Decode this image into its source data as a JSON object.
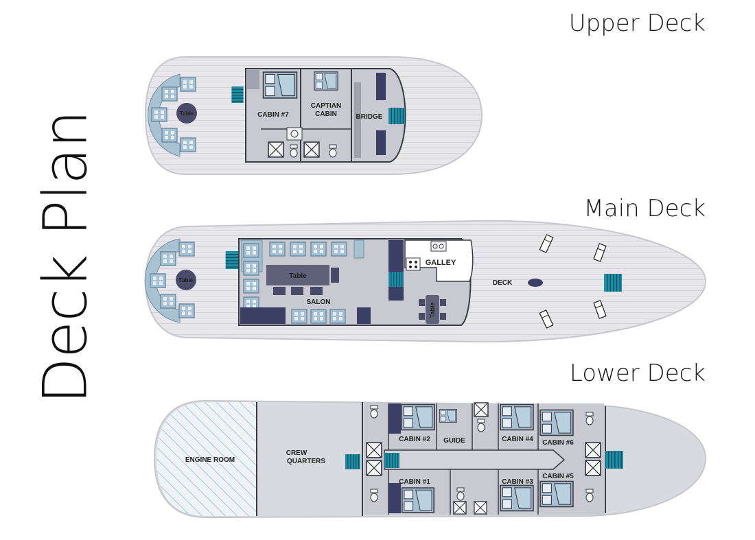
{
  "title": "Deck Plan",
  "decks": {
    "upper": {
      "title": "Upper Deck",
      "labels": {
        "table": "Table",
        "cabin7": "CABIN #7",
        "captain1": "CAPTIAN",
        "captain2": "CABIN",
        "bridge": "BRIDGE"
      }
    },
    "main": {
      "title": "Main Deck",
      "labels": {
        "table_aft": "Table",
        "table_salon": "Table",
        "salon": "SALON",
        "galley": "GALLEY",
        "table_galley": "Table",
        "deck": "DECK"
      }
    },
    "lower": {
      "title": "Lower Deck",
      "labels": {
        "engine": "ENGINE ROOM",
        "crew1": "CREW",
        "crew2": "QUARTERS",
        "cabin2": "CABIN #2",
        "guide": "GUIDE",
        "cabin4": "CABIN #4",
        "cabin6": "CABIN #6",
        "cabin1": "CABIN #1",
        "cabin3": "CABIN #3",
        "cabin5": "CABIN #5"
      }
    }
  },
  "colors": {
    "hull": "#e6e6ea",
    "interior": "#c9cad1",
    "wall": "#3a3a44",
    "bed": "#a6c1d2",
    "stairs": "#1e8ea6",
    "dark": "#3b3f66"
  }
}
